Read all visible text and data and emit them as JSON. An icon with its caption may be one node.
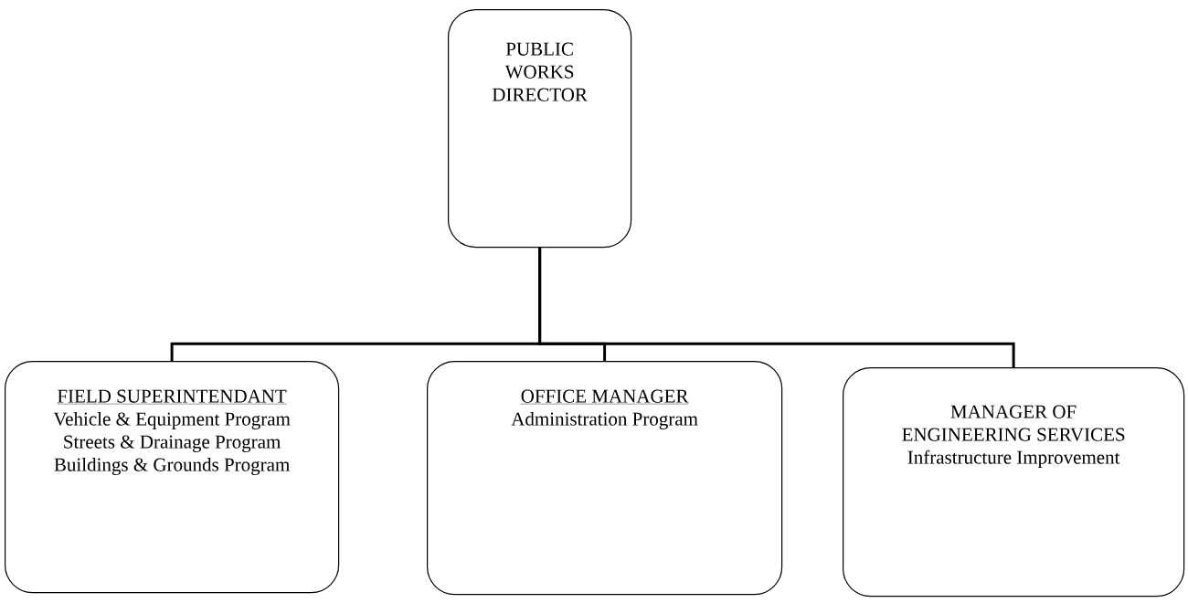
{
  "diagram": {
    "nodes": [
      {
        "text": [
          "PUBLIC WORKS DIRECTOR"
        ]
      },
      {
        "text": [
          "FIELD SUPERINTENDANT",
          "Vehicle & Equipment Program",
          "Streets & Drainage Program",
          "Buildings & Grounds Program"
        ]
      },
      {
        "text": [
          "OFFICE MANAGER",
          "Administration Program"
        ]
      },
      {
        "text": [
          "MANAGER OF ENGINEERING SERVICES",
          "Infrastructure Improvement"
        ]
      }
    ],
    "edges": [
      {
        "from": 0,
        "to": 1,
        "arrow": "none"
      },
      {
        "from": 0,
        "to": 2,
        "arrow": "none"
      },
      {
        "from": 0,
        "to": 3,
        "arrow": "none"
      }
    ]
  }
}
